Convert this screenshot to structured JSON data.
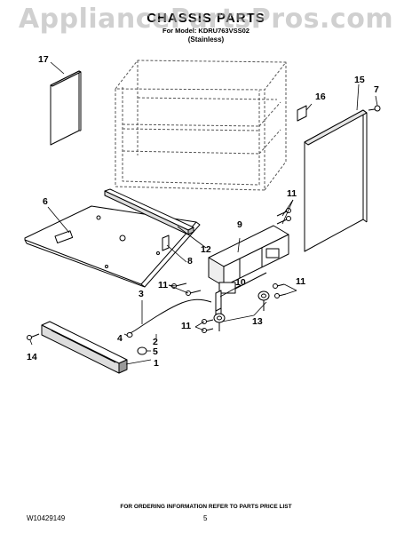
{
  "watermark": "AppliancePartsPros.com",
  "header": {
    "title": "CHASSIS PARTS",
    "model_line": "For Model: KDRU763VSS02",
    "finish": "(Stainless)"
  },
  "callouts": {
    "c17": "17",
    "c16": "16",
    "c15": "15",
    "c7": "7",
    "c6": "6",
    "c11a": "11",
    "c12": "12",
    "c8": "8",
    "c9": "9",
    "c11b": "11",
    "c10": "10",
    "c11c": "11",
    "c3": "3",
    "c11d": "11",
    "c13": "13",
    "c4": "4",
    "c2": "2",
    "c5": "5",
    "c14": "14",
    "c1": "1"
  },
  "footer": {
    "note": "FOR ORDERING INFORMATION REFER TO PARTS PRICE LIST",
    "doc_number": "W10429149",
    "page": "5"
  }
}
